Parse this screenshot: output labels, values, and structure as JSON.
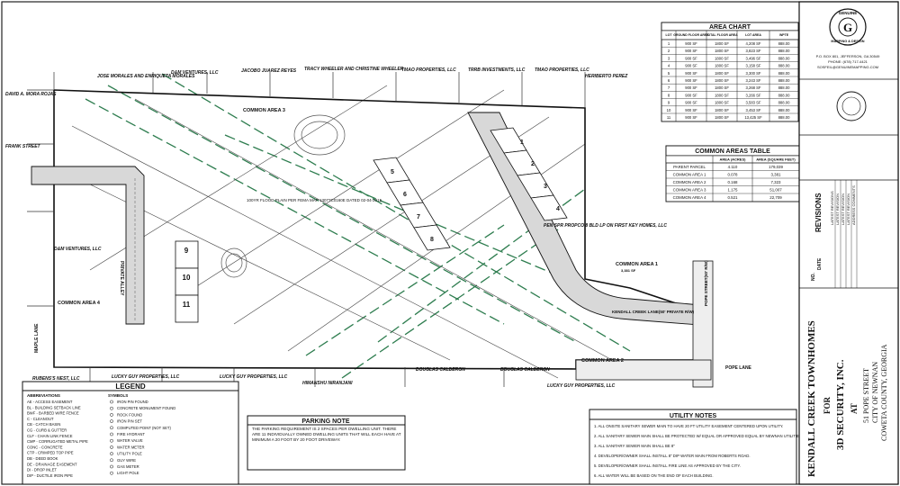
{
  "title_block": {
    "logo_text": "GENUINE",
    "logo_sub": "MAPPING & DESIGN",
    "address": "P.O. BOX 801, JEFFERSON, GA 30549",
    "phone": "PHONE: (678) 717-4421",
    "email": "SOSFEIL@GENUINEMAPPING.COM",
    "revisions_label": "REVISIONS",
    "revisions": [
      "LATEST REVISIONS",
      "LATEST REVISION",
      "LATEST REVISION",
      "LATEST REVISION",
      "ADDRESS COMMENTS"
    ],
    "date_label": "DATE",
    "no_label": "NO.",
    "project_title": "KENDALL CREEK TOWNHOMES",
    "for": "FOR",
    "client": "3D SECURITY, INC.",
    "at": "AT",
    "address_lines": [
      "51 POPE STREET",
      "CITY OF NEWNAN",
      "COWETA COUNTY, GEORGIA"
    ]
  },
  "area_chart": {
    "title": "AREA CHART",
    "headers": [
      "LOT",
      "GROUND FLOOR AREA",
      "TOTAL FLOOR AREA",
      "LOT AREA",
      "WPTE"
    ],
    "rows": [
      [
        "1",
        "900 SF",
        "1800 SF",
        "4,208 SF",
        "888.00"
      ],
      [
        "2",
        "900 SF",
        "1800 SF",
        "3,823 SF",
        "888.00"
      ],
      [
        "3",
        "900 SF",
        "1800 SF",
        "3,496 SF",
        "888.00"
      ],
      [
        "4",
        "900 SF",
        "1800 SF",
        "3,158 SF",
        "888.00"
      ],
      [
        "5",
        "900 SF",
        "1800 SF",
        "3,300 SF",
        "888.00"
      ],
      [
        "6",
        "900 SF",
        "1800 SF",
        "3,243 SF",
        "888.00"
      ],
      [
        "7",
        "900 SF",
        "1800 SF",
        "3,268 SF",
        "888.00"
      ],
      [
        "8",
        "900 SF",
        "1800 SF",
        "3,266 SF",
        "888.00"
      ],
      [
        "9",
        "900 SF",
        "1800 SF",
        "3,583 SF",
        "888.00"
      ],
      [
        "10",
        "900 SF",
        "1800 SF",
        "3,453 SF",
        "888.00"
      ],
      [
        "11",
        "900 SF",
        "1800 SF",
        "13,425 SF",
        "888.00"
      ]
    ]
  },
  "common_areas_table": {
    "title": "COMMON AREAS TABLE",
    "headers": [
      "",
      "AREA (ACRES)",
      "AREA (SQUARE FEET)"
    ],
    "rows": [
      [
        "PARENT PARCEL",
        "4.110",
        "179,039"
      ],
      [
        "COMMON AREA 1",
        "0.078",
        "3,381"
      ],
      [
        "COMMON AREA 2",
        "0.168",
        "7,323"
      ],
      [
        "COMMON AREA 3",
        "1.175",
        "51,007"
      ],
      [
        "COMMON AREA 4",
        "0.521",
        "22,709"
      ]
    ]
  },
  "neighbors": [
    "DAVID A. MORA ROJAS",
    "JOSE MORALES AND ENRIQUETA MORALES",
    "D&M VENTURES, LLC",
    "JACOBO JUAREZ REYES",
    "TRACY WHEELER AND CHRISTINE WHEELER",
    "TMAO PROPERTIES, LLC",
    "TRRB INVESTMENTS, LLC",
    "TMAO PROPERTIES, LLC",
    "HERIBERTO PEREZ",
    "FRANK STREET",
    "D&M VENTURES, LLC",
    "RUBENS'S NEST, LLC",
    "LUCKY GUY PROPERTIES, LLC",
    "LUCKY GUY PROPERTIES, LLC",
    "HIMANSHU NIRANJANI",
    "DOUGLAS CALDERON",
    "DOUGLAS CALDERON",
    "LUCKY GUY PROPERTIES, LLC",
    "PEN SPR PROPCO 8 BLD LP ON FIRST KEY HOMES, LLC"
  ],
  "plan_labels": {
    "common_area_1": "COMMON AREA 1",
    "common_area_1_sub": "3,381 SF",
    "common_area_3": "COMMON AREA 3",
    "common_area_4": "COMMON AREA 4",
    "common_area_2": "COMMON AREA 2",
    "private_alley": "PRIVATE ALLEY",
    "kendall_creek_lane": "KENDALL CREEK LANE(50' PRIVATE R/W)",
    "pope_street": "POPE STREET(50' R/W)",
    "pope_lane": "POPE LANE",
    "maple_lane": "MAPLE LANE",
    "flood_plain": "100YR FLOOD PLAIN PER FEMA MAP 13077C0160E DATED 02-04-2015"
  },
  "lots": [
    "1",
    "2",
    "3",
    "4",
    "5",
    "6",
    "7",
    "8",
    "9",
    "10",
    "11"
  ],
  "legend": {
    "title": "LEGEND",
    "col1": "ABBREVIATIONS",
    "col2": "SYMBOLS",
    "abbrev": [
      "AE - ACCESS EASEMENT",
      "BL - BUILDING SETBACK LINE",
      "BWF - BARBED WIRE FENCE",
      "C - CLEANOUT",
      "CB - CATCH BASIN",
      "CG - CURB & GUTTER",
      "CLF - CHAIN LINK FENCE",
      "CMP - CORRUGATED METAL PIPE",
      "CONC - CONCRETE",
      "CTP - CRIMPED TOP PIPE",
      "DB - DEED BOOK",
      "DE - DRAINAGE EASEMENT",
      "DI - DROP INLET",
      "DIP - DUCTILE IRON PIPE"
    ],
    "symbols": [
      "IRON PIN FOUND",
      "CONCRETE MONUMENT FOUND",
      "ROCK FOUND",
      "IRON PIN SET",
      "COMPUTED POINT (NOT SET)",
      "FIRE HYDRANT",
      "WATER VALVE",
      "WATER METER",
      "UTILITY POLE",
      "GUY WIRE",
      "GAS METER",
      "LIGHT POLE"
    ]
  },
  "parking_note": {
    "title": "PARKING NOTE",
    "text": "THE PARKING REQUIREMENT IS 2 SPACES PER DWELLING UNIT. THERE ARE 11 INDIVIDUALLY OWNED DWELLING UNITS THAT WILL EACH HAVE AT MINIMUM A 20 FOOT BY 20 FOOT DRIVEWAY."
  },
  "utility_notes": {
    "title": "UTILITY NOTES",
    "items": [
      "1. ALL ONSITE SANITARY SEWER MAIN TO HAVE 20 FT UTILITY EASEMENT CENTERED UPON UTILITY.",
      "2. ALL SANITARY SEWER MAIN SHALL BE PROTECTED W/ EQUAL OR APPROVED EQUAL BY NEWNAN UTILITIES.",
      "3. ALL SANITARY SEWER MAIN SHALL BE 8\"",
      "4. DEVELOPER/OWNER SHALL INSTALL 8\" DIP WATER MAIN FROM ROBERTS ROAD.",
      "5. DEVELOPER/OWNER SHALL INSTALL FIRE LINE AS APPROVED BY THE CITY.",
      "6. ALL WATER WILL BE BASED ON THE END OF EACH BUILDING."
    ]
  }
}
